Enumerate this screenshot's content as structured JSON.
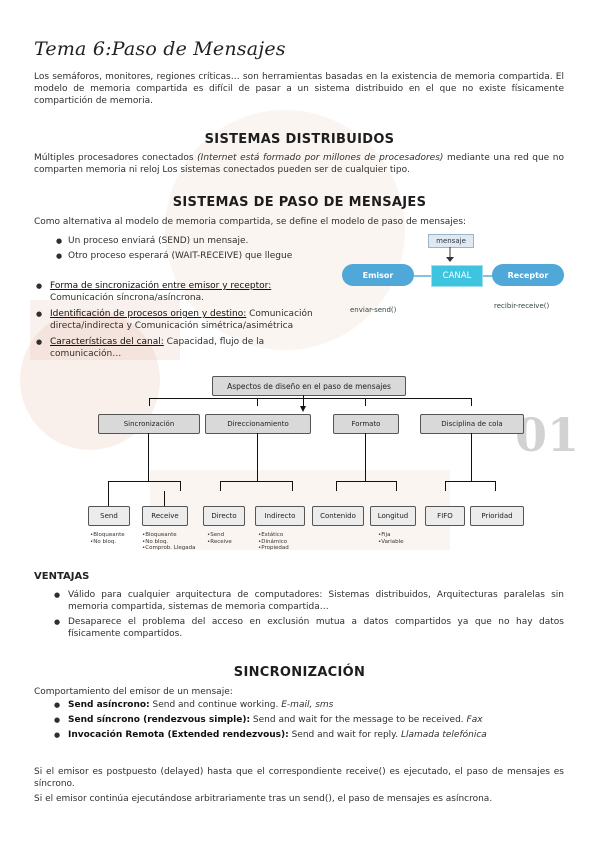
{
  "title": "Tema 6:Paso de Mensajes",
  "intro": "Los semáforos, monitores, regiones críticas… son herramientas basadas en la existencia de memoria compartida. El modelo de memoria compartida es difícil de pasar a un sistema distribuido en el que no existe físicamente compartición de memoria.",
  "sec_distribuidos": {
    "heading": "SISTEMAS DISTRIBUIDOS",
    "text_before": "Múltiples procesadores conectados ",
    "text_italic": "(Internet está formado por millones de procesadores)",
    "text_after": " mediante una red que no comparten memoria ni reloj Los sistemas conectados pueden ser de cualquier tipo."
  },
  "sec_paso": {
    "heading": "SISTEMAS DE PASO DE MENSAJES",
    "intro": "Como alternativa al modelo de memoria compartida, se define el modelo de paso de mensajes:",
    "sub_items": [
      "Un proceso enviará (SEND) un mensaje.",
      "Otro proceso esperará (WAIT-RECEIVE) que llegue"
    ],
    "items": [
      {
        "label": "Forma de sincronización entre emisor y receptor:",
        "text": " Comunicación síncrona/asíncrona."
      },
      {
        "label": "Identificación de procesos origen y destino:",
        "text": " Comunicación directa/indirecta y Comunicación simétrica/asimétrica"
      },
      {
        "label": "Características del canal:",
        "text": " Capacidad, flujo de la comunicación…"
      }
    ]
  },
  "channel_diagram": {
    "mensaje": "mensaje",
    "emisor": "Emisor",
    "canal": "CANAL",
    "receptor": "Receptor",
    "send": "enviar-send()",
    "receive": "recibir-receive()",
    "colors": {
      "pill": "#4fa8d8",
      "canal": "#3fc4df"
    }
  },
  "tree": {
    "root": "Aspectos de diseño en el paso de mensajes",
    "groups": [
      {
        "label": "Sincronización",
        "leaves": [
          "Send",
          "Receive"
        ],
        "notes": [
          "•Bloqueante\n•No bloq.",
          "•Bloqueante\n•No bloq.\n•Comprob. Llegada"
        ]
      },
      {
        "label": "Direccionamiento",
        "leaves": [
          "Directo",
          "Indirecto"
        ],
        "notes": [
          "•Send\n•Receive",
          "•Estático\n•Dinámico\n•Propiedad"
        ]
      },
      {
        "label": "Formato",
        "leaves": [
          "Contenido",
          "Longitud"
        ],
        "notes": [
          "",
          "•Fija\n•Variable"
        ]
      },
      {
        "label": "Disciplina de cola",
        "leaves": [
          "FIFO",
          "Prioridad"
        ],
        "notes": [
          "",
          ""
        ]
      }
    ]
  },
  "ventajas": {
    "heading": "VENTAJAS",
    "items": [
      "Válido para cualquier arquitectura de computadores: Sistemas distribuidos, Arquitecturas paralelas sin memoria compartida, sistemas de memoria compartida…",
      "Desaparece el problema del acceso en exclusión mutua a datos compartidos ya que no hay datos físicamente compartidos."
    ]
  },
  "sec_sinc": {
    "heading": "SINCRONIZACIÓN",
    "intro": "Comportamiento del emisor de un mensaje:",
    "items": [
      {
        "label": "Send asíncrono:",
        "text": " Send and continue working. ",
        "italic": "E-mail, sms"
      },
      {
        "label": "Send síncrono (rendezvous simple):",
        "text": " Send and wait for the message to be received. ",
        "italic": "Fax"
      },
      {
        "label": "Invocación Remota (Extended rendezvous):",
        "text": " Send and wait for reply. ",
        "italic": "Llamada telefónica"
      }
    ],
    "p1": "Si el emisor es postpuesto (delayed) hasta que el correspondiente receive() es ejecutado, el paso de mensajes es síncrono.",
    "p2": "Si el emisor continúa ejecutándose arbitrariamente tras un send(), el paso de mensajes es asíncrona."
  },
  "watermark": {
    "text": "01"
  }
}
